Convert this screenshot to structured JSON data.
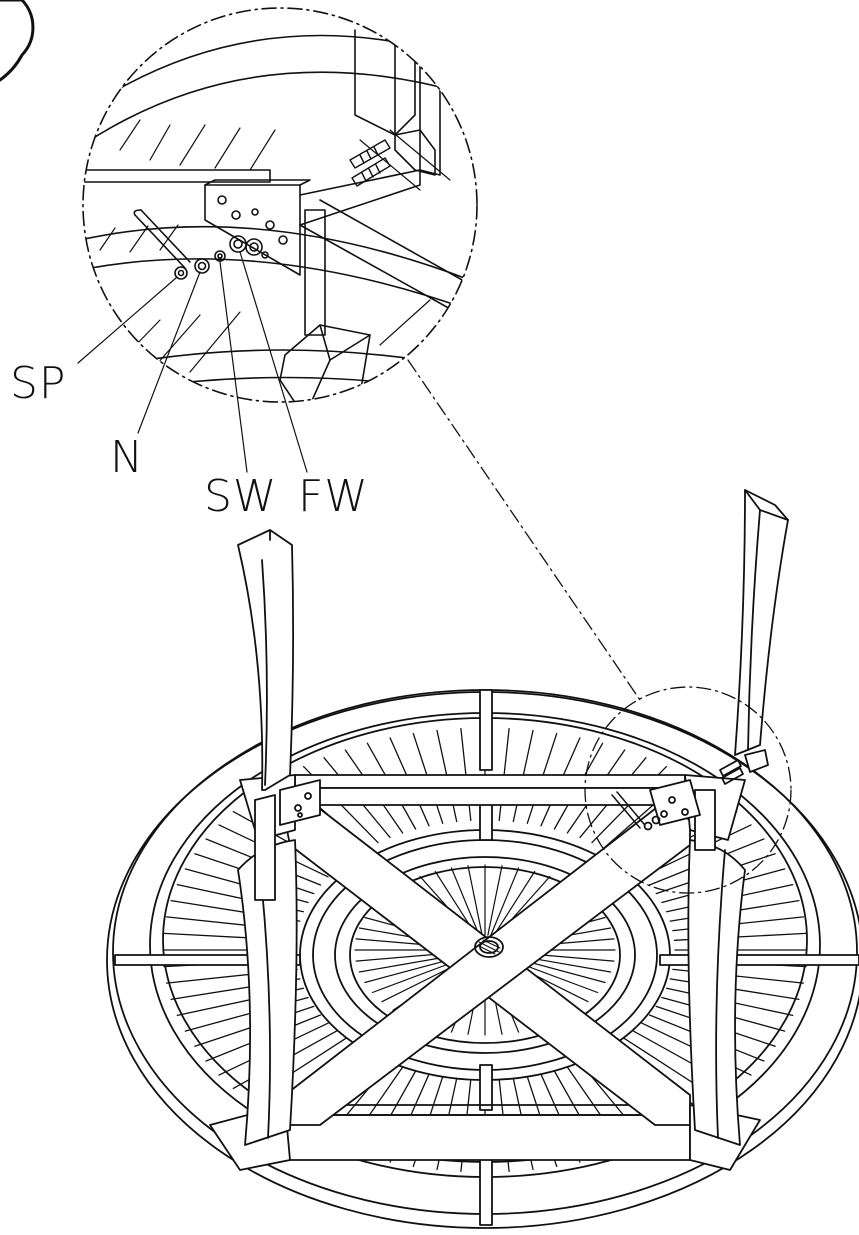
{
  "labels": {
    "sp": "SP",
    "n": "N",
    "sw": "SW",
    "fw": "FW"
  },
  "colors": {
    "line": "#111111",
    "background": "#ffffff"
  }
}
